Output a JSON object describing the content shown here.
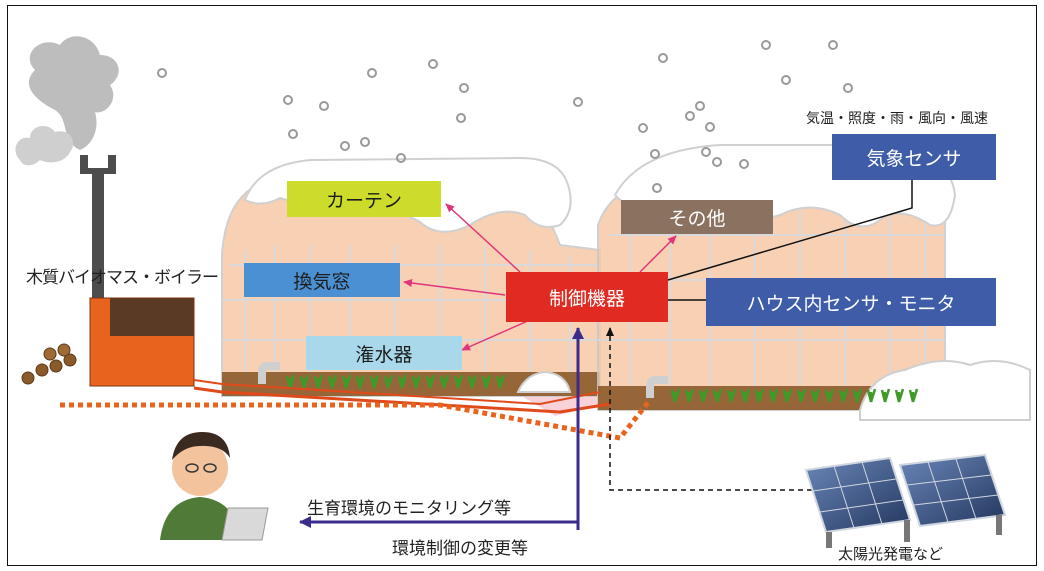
{
  "labels": {
    "curtain": "カーテン",
    "vent": "換気窓",
    "irrigation": "潅水器",
    "controller": "制御機器",
    "other": "その他",
    "weather_sensor": "気象センサ",
    "weather_items": "気温・照度・雨・風向・風速",
    "house_sensor": "ハウス内センサ・モニタ",
    "boiler": "木質バイオマス・ボイラー",
    "monitoring": "生育環境のモニタリング等",
    "control_change": "環境制御の変更等",
    "solar": "太陽光発電など"
  },
  "colors": {
    "curtain": "#cddc2a",
    "vent": "#4a90d2",
    "irrigation": "#a8d8ea",
    "controller": "#e02a22",
    "other": "#8b7160",
    "weather_sensor": "#3e5ca7",
    "house_sensor": "#3e5ca7",
    "arrow_pink": "#e0357a",
    "arrow_navy": "#3a2c8c",
    "pipe": "#e04a1a",
    "boiler": "#e8641e"
  },
  "icons": [
    "smoke-plume",
    "chimney",
    "boiler",
    "firewood-logs",
    "greenhouse",
    "snow",
    "seedlings",
    "water-faucet",
    "person-with-laptop",
    "solar-panel"
  ]
}
